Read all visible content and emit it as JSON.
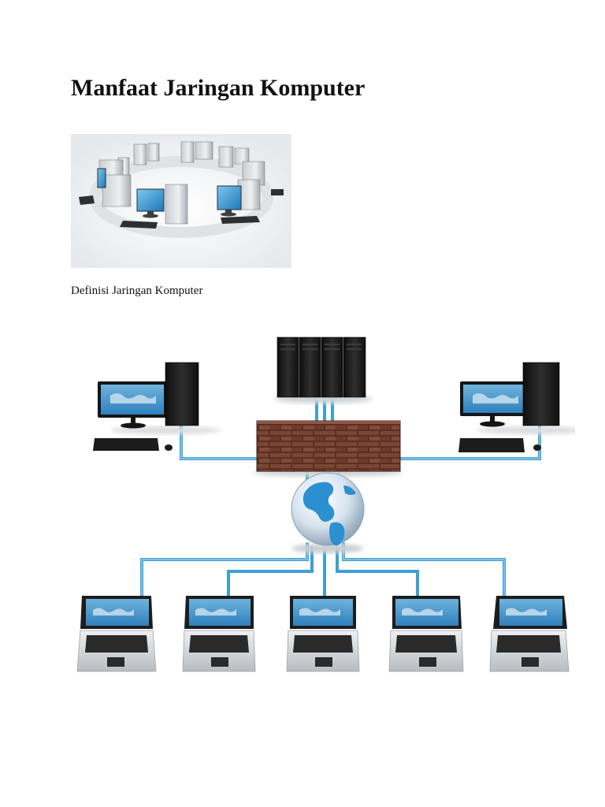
{
  "document": {
    "title": "Manfaat Jaringan Komputer",
    "caption": "Definisi Jaringan Komputer"
  },
  "figures": {
    "ring": {
      "icon": "computer-ring-illustration"
    },
    "network": {
      "icon": "network-topology-illustration"
    }
  },
  "colors": {
    "text": "#111111",
    "cable": "#3f9fd4",
    "device_dark": "#1e1e1e",
    "screen": "#3d8ec4",
    "brick": "#6b3a2a",
    "globe": "#2b8fd0"
  }
}
